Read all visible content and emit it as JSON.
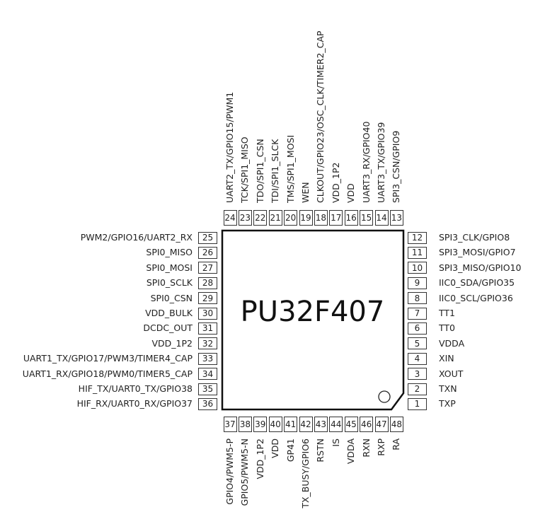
{
  "chip_name": "PU32F407",
  "pins": {
    "right": [
      {
        "num": "12",
        "label": "SPI3_CLK/GPIO8"
      },
      {
        "num": "11",
        "label": "SPI3_MOSI/GPIO7"
      },
      {
        "num": "10",
        "label": "SPI3_MISO/GPIO10"
      },
      {
        "num": "9",
        "label": "IIC0_SDA/GPIO35"
      },
      {
        "num": "8",
        "label": "IIC0_SCL/GPIO36"
      },
      {
        "num": "7",
        "label": "TT1"
      },
      {
        "num": "6",
        "label": "TT0"
      },
      {
        "num": "5",
        "label": "VDDA"
      },
      {
        "num": "4",
        "label": "XIN"
      },
      {
        "num": "3",
        "label": "XOUT"
      },
      {
        "num": "2",
        "label": "TXN"
      },
      {
        "num": "1",
        "label": "TXP"
      }
    ],
    "top": [
      {
        "num": "24",
        "label": "UART2_TX/GPIO15/PWM1"
      },
      {
        "num": "23",
        "label": "TCK/SPI1_MISO"
      },
      {
        "num": "22",
        "label": "TDO/SPI1_CSN"
      },
      {
        "num": "21",
        "label": "TDI/SPI1_SLCK"
      },
      {
        "num": "20",
        "label": "TMS/SPI1_MOSI"
      },
      {
        "num": "19",
        "label": "WEN"
      },
      {
        "num": "18",
        "label": "CLKOUT/GPIO23/OSC_CLK/TIMER2_CAP"
      },
      {
        "num": "17",
        "label": "VDD_1P2"
      },
      {
        "num": "16",
        "label": "VDD"
      },
      {
        "num": "15",
        "label": "UART3_RX/GPIO40"
      },
      {
        "num": "14",
        "label": "UART3_TX/GPIO39"
      },
      {
        "num": "13",
        "label": "SPI3_CSN/GPIO9"
      }
    ],
    "left": [
      {
        "num": "25",
        "label": "PWM2/GPIO16/UART2_RX"
      },
      {
        "num": "26",
        "label": "SPI0_MISO"
      },
      {
        "num": "27",
        "label": "SPI0_MOSI"
      },
      {
        "num": "28",
        "label": "SPI0_SCLK"
      },
      {
        "num": "29",
        "label": "SPI0_CSN"
      },
      {
        "num": "30",
        "label": "VDD_BULK"
      },
      {
        "num": "31",
        "label": "DCDC_OUT"
      },
      {
        "num": "32",
        "label": "VDD_1P2"
      },
      {
        "num": "33",
        "label": "UART1_TX/GPIO17/PWM3/TIMER4_CAP"
      },
      {
        "num": "34",
        "label": "UART1_RX/GPIO18/PWM0/TIMER5_CAP"
      },
      {
        "num": "35",
        "label": "HIF_TX/UART0_TX/GPIO38"
      },
      {
        "num": "36",
        "label": "HIF_RX/UART0_RX/GPIO37"
      }
    ],
    "bottom": [
      {
        "num": "37",
        "label": "GPIO4/PWM5-P"
      },
      {
        "num": "38",
        "label": "GPIO5/PWM5-N"
      },
      {
        "num": "39",
        "label": "VDD_1P2"
      },
      {
        "num": "40",
        "label": "VDD"
      },
      {
        "num": "41",
        "label": "GP41"
      },
      {
        "num": "42",
        "label": "TX_BUSY/GPIO6"
      },
      {
        "num": "43",
        "label": "RSTN"
      },
      {
        "num": "44",
        "label": "IS"
      },
      {
        "num": "45",
        "label": "VDDA"
      },
      {
        "num": "46",
        "label": "RXN"
      },
      {
        "num": "47",
        "label": "RXP"
      },
      {
        "num": "48",
        "label": "RA"
      }
    ]
  }
}
